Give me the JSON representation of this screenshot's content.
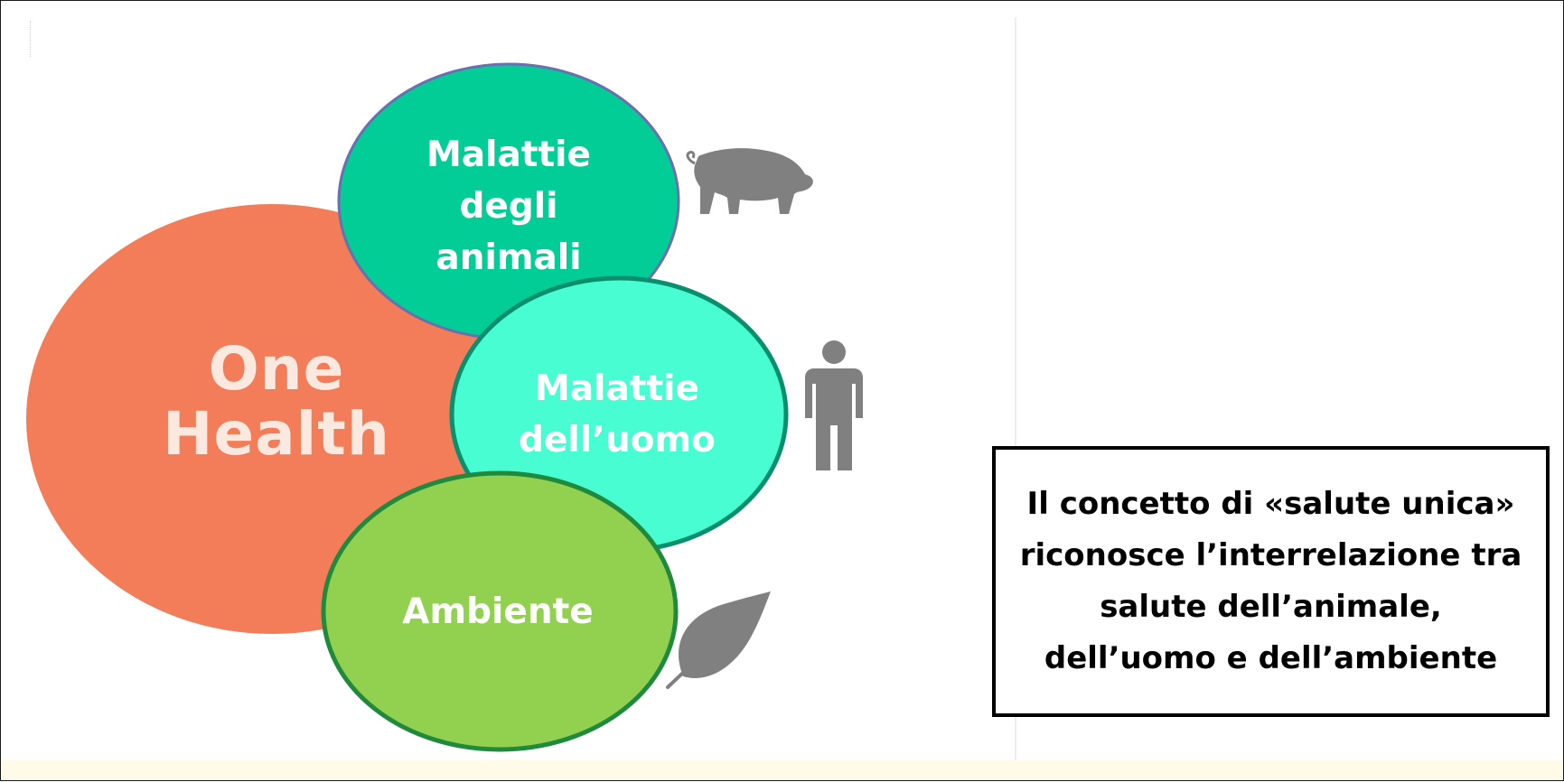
{
  "diagram": {
    "hub": {
      "label_line1": "One",
      "label_line2": "Health",
      "color": "#f27d58",
      "text_color": "#fbe9df"
    },
    "bubbles": [
      {
        "id": "animal",
        "lines": [
          "Malattie",
          "degli",
          "animali"
        ],
        "color": "#02cd96",
        "icon": "pig-icon"
      },
      {
        "id": "human",
        "lines": [
          "Malattie",
          "dell’uomo"
        ],
        "color": "#48fdd2",
        "icon": "person-icon"
      },
      {
        "id": "environment",
        "lines": [
          "Ambiente"
        ],
        "color": "#92d050",
        "icon": "leaf-icon"
      }
    ],
    "icon_color": "#808080"
  },
  "info_box": {
    "text": "Il concetto di «salute unica»\nriconosce l’interrelazione tra\nsalute dell’animale,\ndell’uomo e dell’ambiente"
  }
}
